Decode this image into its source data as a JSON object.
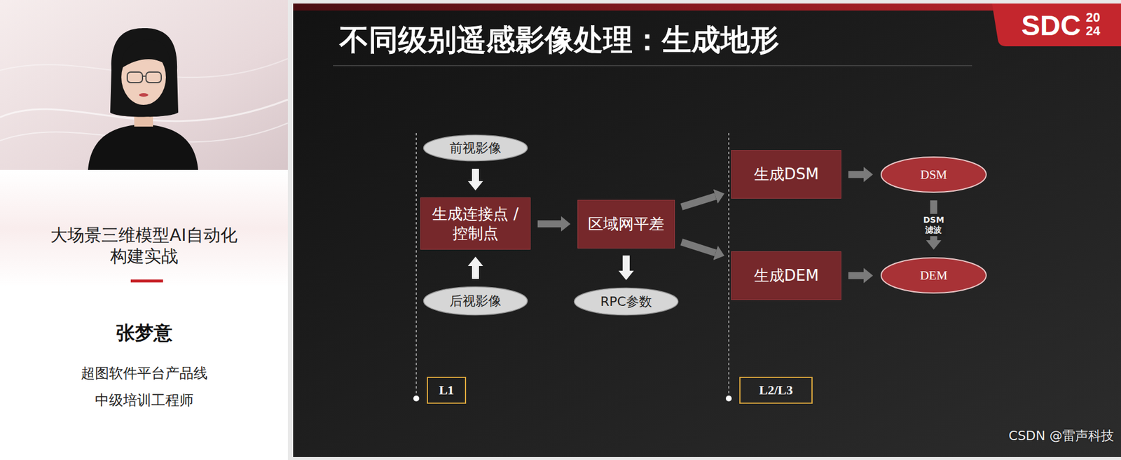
{
  "diagram": {
    "title": "不同级别遥感影像处理：生成地形",
    "nodes": [
      {
        "text": [
          "前视影像"
        ]
      },
      {
        "text": [
          "生成连接点 /控制点"
        ]
      },
      {
        "text": [
          "后视影像"
        ]
      },
      {
        "text": [
          "区域网平差"
        ]
      },
      {
        "text": [
          "RPC参数"
        ]
      },
      {
        "text": [
          "生成DSM"
        ]
      },
      {
        "text": [
          "DSM"
        ]
      },
      {
        "text": [
          "生成DEM"
        ]
      },
      {
        "text": [
          "DEM"
        ]
      },
      {
        "text": [
          "L1"
        ]
      },
      {
        "text": [
          "L2/L3"
        ]
      }
    ],
    "edges": [
      {
        "from": 0,
        "to": 1,
        "arrow": "to"
      },
      {
        "from": 2,
        "to": 1,
        "arrow": "to"
      },
      {
        "from": 1,
        "to": 3,
        "arrow": "to"
      },
      {
        "from": 3,
        "to": 4,
        "arrow": "to"
      },
      {
        "from": 3,
        "to": 5,
        "arrow": "to"
      },
      {
        "from": 3,
        "to": 7,
        "arrow": "to"
      },
      {
        "from": 5,
        "to": 6,
        "arrow": "to"
      },
      {
        "from": 7,
        "to": 8,
        "arrow": "to"
      },
      {
        "from": 6,
        "to": 8,
        "arrow": "to",
        "label": "DSM 滤波"
      }
    ],
    "labels": [
      "大场景三维模型AI自动化构建实战",
      "张梦意",
      "超图软件平台产品线",
      "中级培训工程师",
      "SDC",
      "2024",
      "CSDN @雷声科技"
    ]
  }
}
